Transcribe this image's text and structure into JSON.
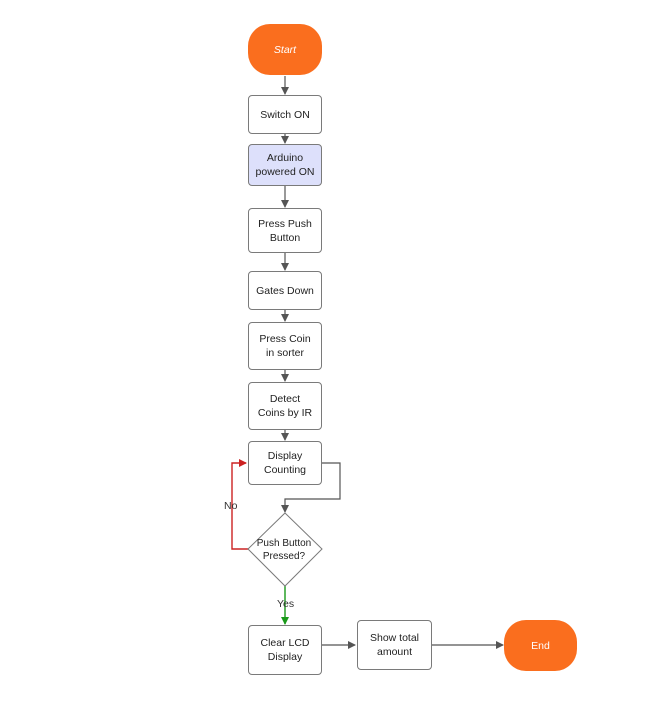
{
  "flowchart": {
    "start": "Start",
    "switch_on": "Switch ON",
    "arduino": "Arduino powered ON",
    "press_push": "Press Push Button",
    "gates_down": "Gates Down",
    "press_coin": "Press Coin in sorter",
    "detect_coins": "Detect Coins by IR",
    "display_counting": "Display Counting",
    "decision": "Push Button Pressed?",
    "no_label": "No",
    "yes_label": "Yes",
    "clear_lcd": "Clear LCD Display",
    "show_total": "Show total amount",
    "end": "End"
  },
  "colors": {
    "terminal": "#fa6e1e",
    "highlight": "#dde0fb",
    "no_path": "#cc2222",
    "yes_path": "#1a9a1a",
    "connector": "#555555"
  }
}
